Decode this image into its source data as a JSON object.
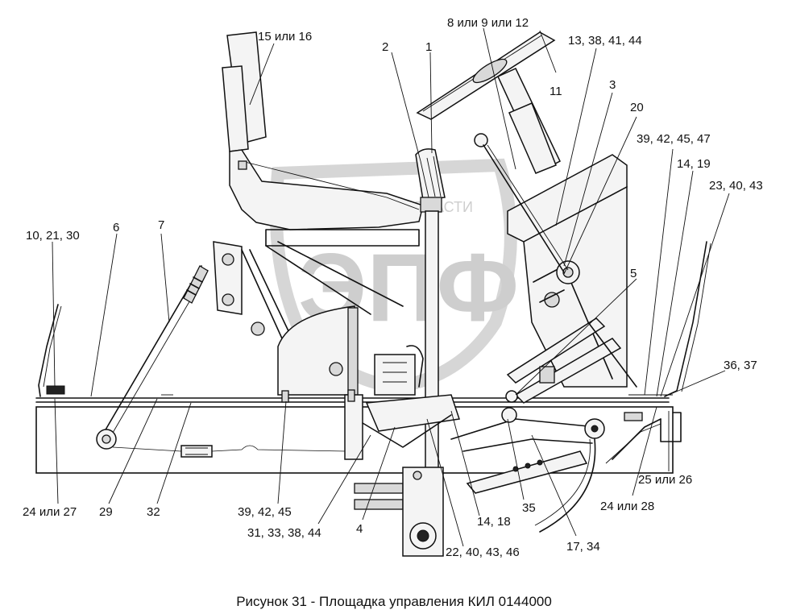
{
  "figure": {
    "caption": "Рисунок 31 - Площадка управления КИЛ 0144000",
    "watermark": {
      "top": "ТЕХНИКА И ЗАПЧАСТИ",
      "logo": "ЭПФ"
    },
    "callouts": [
      "15 или 16",
      "8 или 9 или 12",
      "13, 38, 41, 44",
      "2",
      "1",
      "11",
      "3",
      "20",
      "39, 42, 45, 47",
      "14, 19",
      "23, 40, 43",
      "10, 21, 30",
      "6",
      "7",
      "5",
      "36, 37",
      "25 или 26",
      "24 или 28",
      "24 или 27",
      "29",
      "32",
      "39, 42, 45",
      "31, 33, 38, 44",
      "4",
      "14, 18",
      "35",
      "22, 40, 43, 46",
      "17, 34"
    ]
  }
}
